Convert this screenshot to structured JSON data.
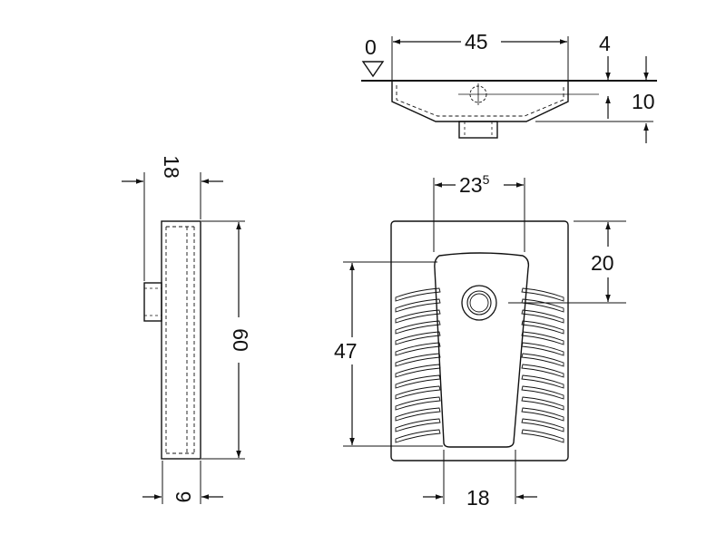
{
  "top_view": {
    "level_label": "0",
    "width_label": "45",
    "rim_label": "4",
    "depth_label": "10"
  },
  "side_view": {
    "depth_top_label": "18",
    "height_label": "60",
    "depth_bottom_label": "9"
  },
  "front_view": {
    "opening_width_main": "23",
    "opening_width_sup": "5",
    "drain_offset_label": "20",
    "opening_length_label": "47",
    "bottom_width_label": "18"
  }
}
